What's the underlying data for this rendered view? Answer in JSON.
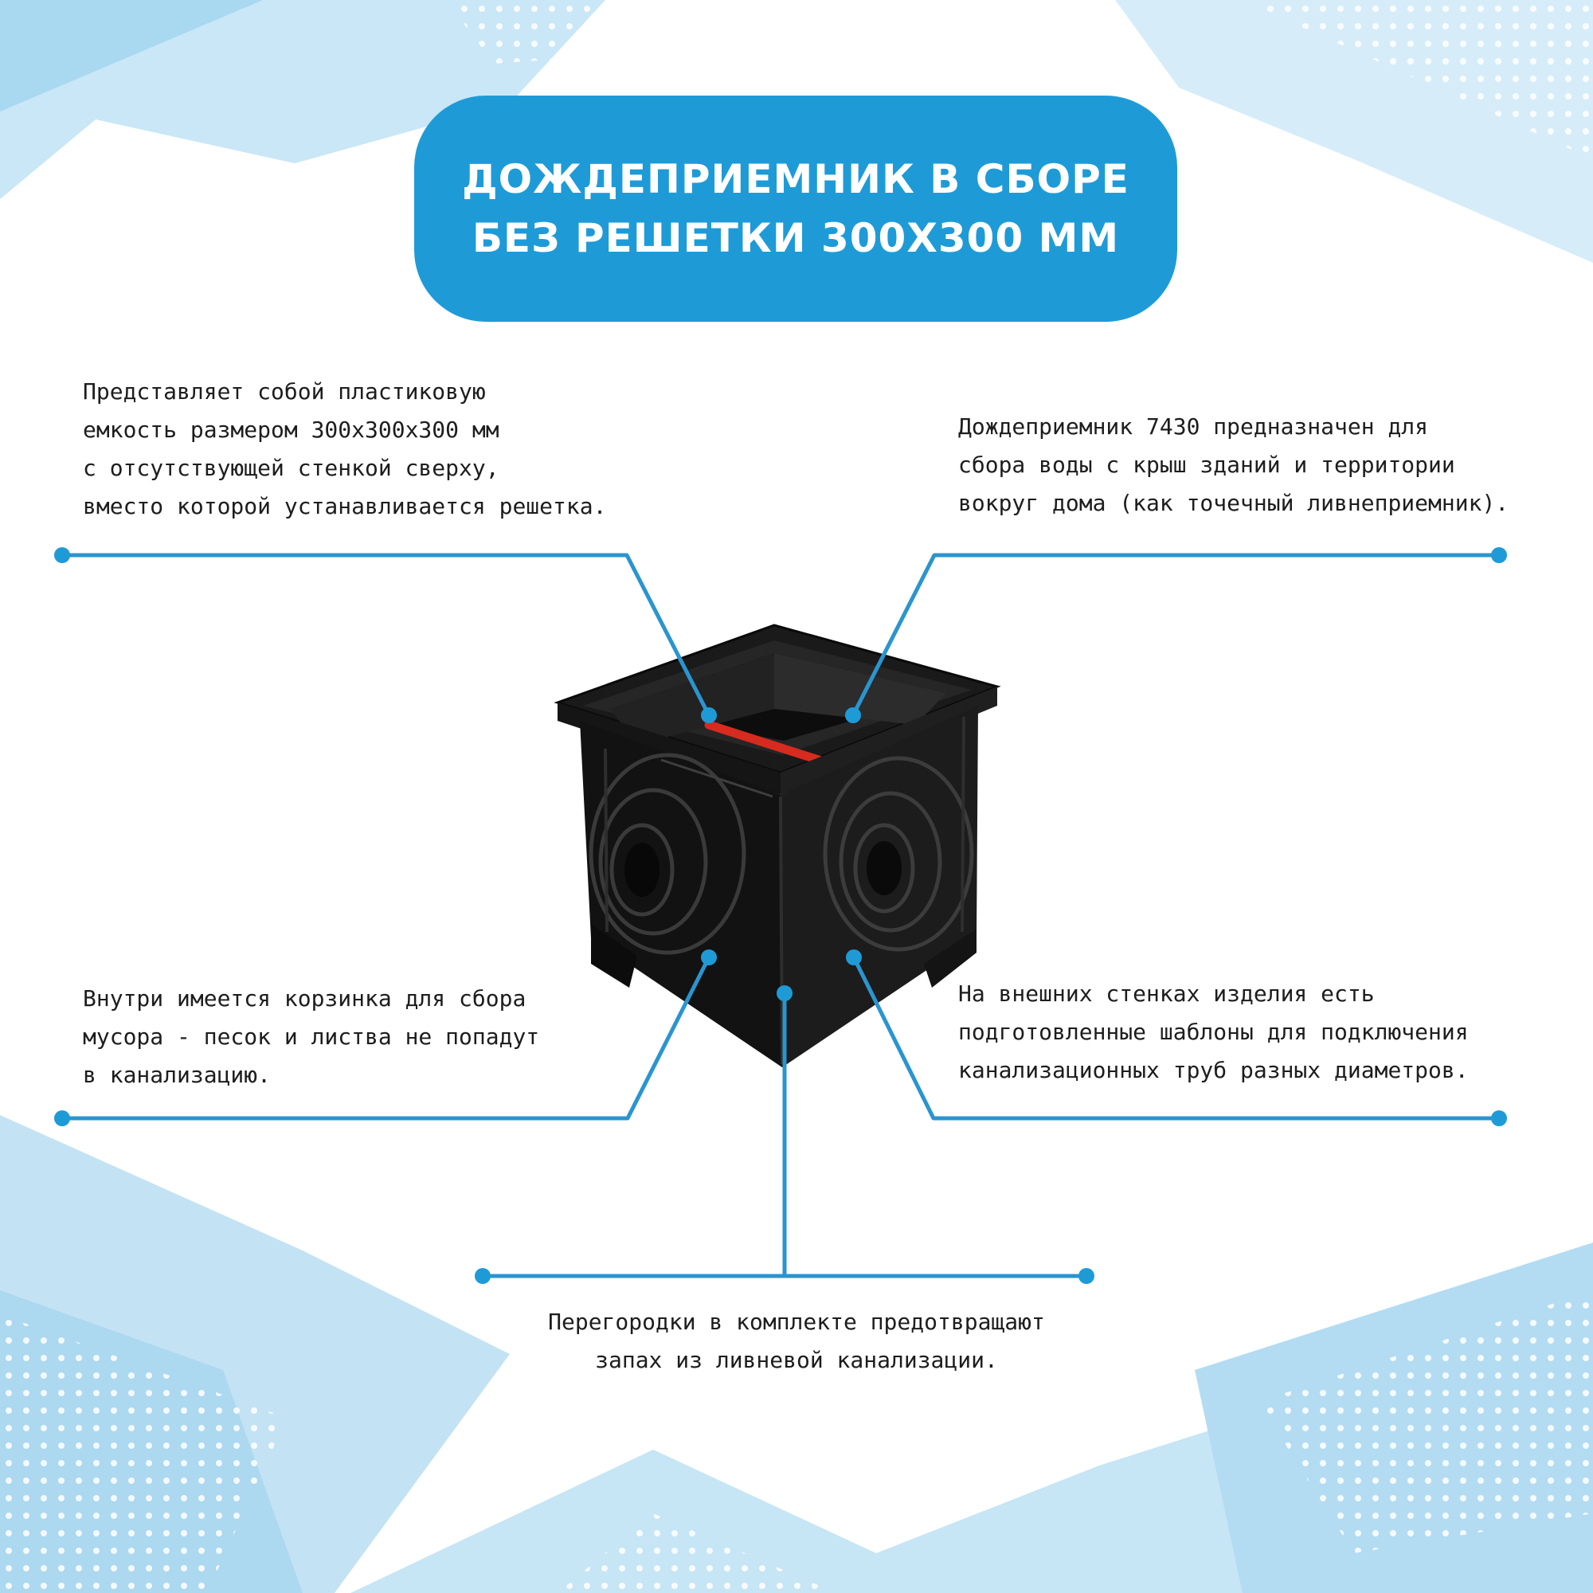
{
  "title": {
    "line1": "ДОЖДЕПРИЕМНИК В СБОРЕ",
    "line2": "БЕЗ РЕШЕТКИ 300Х300 ММ"
  },
  "callouts": {
    "top_left": [
      "Представляет собой пластиковую",
      "емкость размером 300х300х300 мм",
      "с отсутствующей стенкой сверху,",
      "вместо которой устанавливается решетка."
    ],
    "top_right": [
      "Дождеприемник 7430 предназначен для",
      "сбора воды с крыш зданий и территории",
      "вокруг дома (как точечный ливнеприемник)."
    ],
    "bottom_left": [
      "Внутри имеется корзинка для сбора",
      "мусора - песок и листва не попадут",
      "в канализацию."
    ],
    "bottom_right": [
      "На внешних стенках изделия есть",
      "подготовленные шаблоны для подключения",
      "канализационных труб разных диаметров."
    ],
    "bottom_center": [
      "Перегородки в комплекте предотвращают",
      "запах из ливневой канализации."
    ]
  },
  "colors": {
    "accent": "#1e9bd7",
    "line": "#2a95cf",
    "text": "#1d1d1d",
    "product": "#141414",
    "partition": "#d62b1e",
    "background_shape": "#bfe2f4"
  }
}
